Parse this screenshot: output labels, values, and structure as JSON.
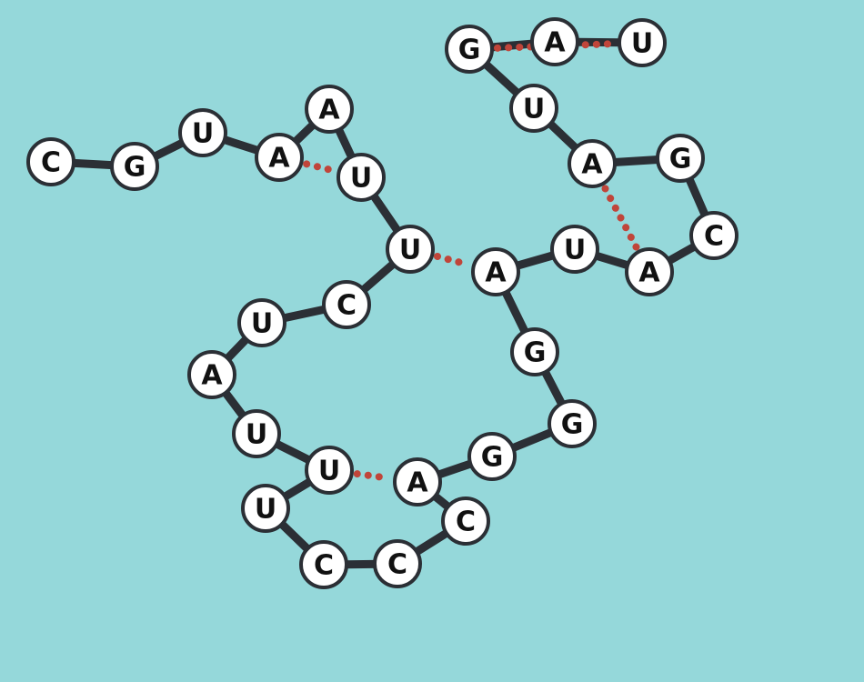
{
  "diagram": {
    "background": "#95d8da",
    "backbone_color": "#2b2f35",
    "pair_color": "#c0453a",
    "nucleotides": [
      "C",
      "G",
      "U",
      "A",
      "A",
      "U",
      "U",
      "C",
      "U",
      "A",
      "U",
      "U",
      "U",
      "C",
      "C",
      "C",
      "A",
      "G",
      "G",
      "G",
      "A",
      "U",
      "A",
      "C",
      "G",
      "A",
      "U",
      "G",
      "A",
      "U"
    ],
    "pairs": [
      [
        4,
        6
      ],
      [
        7,
        21
      ],
      [
        12,
        17
      ],
      [
        23,
        26
      ],
      [
        28,
        30
      ]
    ]
  }
}
